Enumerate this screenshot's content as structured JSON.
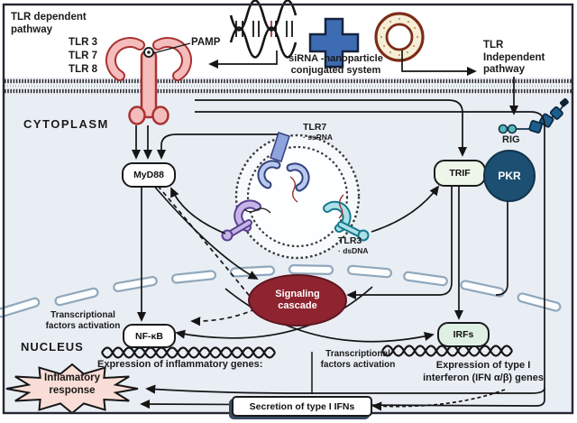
{
  "pathways": {
    "dependent": {
      "title_line1": "TLR dependent",
      "title_line2": "pathway",
      "receptors": [
        "TLR 3",
        "TLR 7",
        "TLR 8"
      ],
      "pamp": "PAMP"
    },
    "system": {
      "line1": "siRNA -nanoparticle",
      "line2": "conjugated system"
    },
    "independent": {
      "line1": "TLR",
      "line2": "Independent",
      "line3": "pathway"
    }
  },
  "cytoplasm": {
    "label": "CYTOPLASM",
    "myd88": "MyD88",
    "trif": "TRIF",
    "pkr": "PKR",
    "rig": "RIG",
    "endosome": {
      "tlr7": "TLR7",
      "tlr7_ligand": "· ssRNA",
      "tlr3": "TLR3",
      "tlr3_ligand": "· dsDNA"
    },
    "cascade": {
      "line1": "Signaling",
      "line2": "cascade"
    }
  },
  "nucleus": {
    "label": "NUCLEUS",
    "tf_left": {
      "line1": "Transcriptional",
      "line2": "factors activation"
    },
    "tf_right": {
      "line1": "Transcriptional",
      "line2": "factors activation"
    },
    "nfkb": "NF-κB",
    "irfs": "IRFs",
    "expr_inflammatory": "Expression of inflammatory genes:",
    "expr_ifn_line1": "Expression of type I",
    "expr_ifn_line2": "interferon (IFN α/β) genes",
    "response": {
      "line1": "Inflamatory",
      "line2": "response"
    },
    "secretion": "Secretion of type I IFNs"
  },
  "colors": {
    "ink": "#1a1a1a",
    "cytoplasm_bg": "#e9eef5",
    "cascade_red": "#8e2430",
    "pkr_navy": "#1c4f71",
    "trif_bg": "#edf6e9",
    "irfs_bg": "#def0e4",
    "receptor_pink": "#f5bcbc",
    "receptor_pink_stroke": "#a83232",
    "plus_blue": "#3e6cb3",
    "ring_brown": "#7c2d16",
    "envelope_stroke": "#90a7bb",
    "starburst_pink": "#f9ddd6"
  }
}
